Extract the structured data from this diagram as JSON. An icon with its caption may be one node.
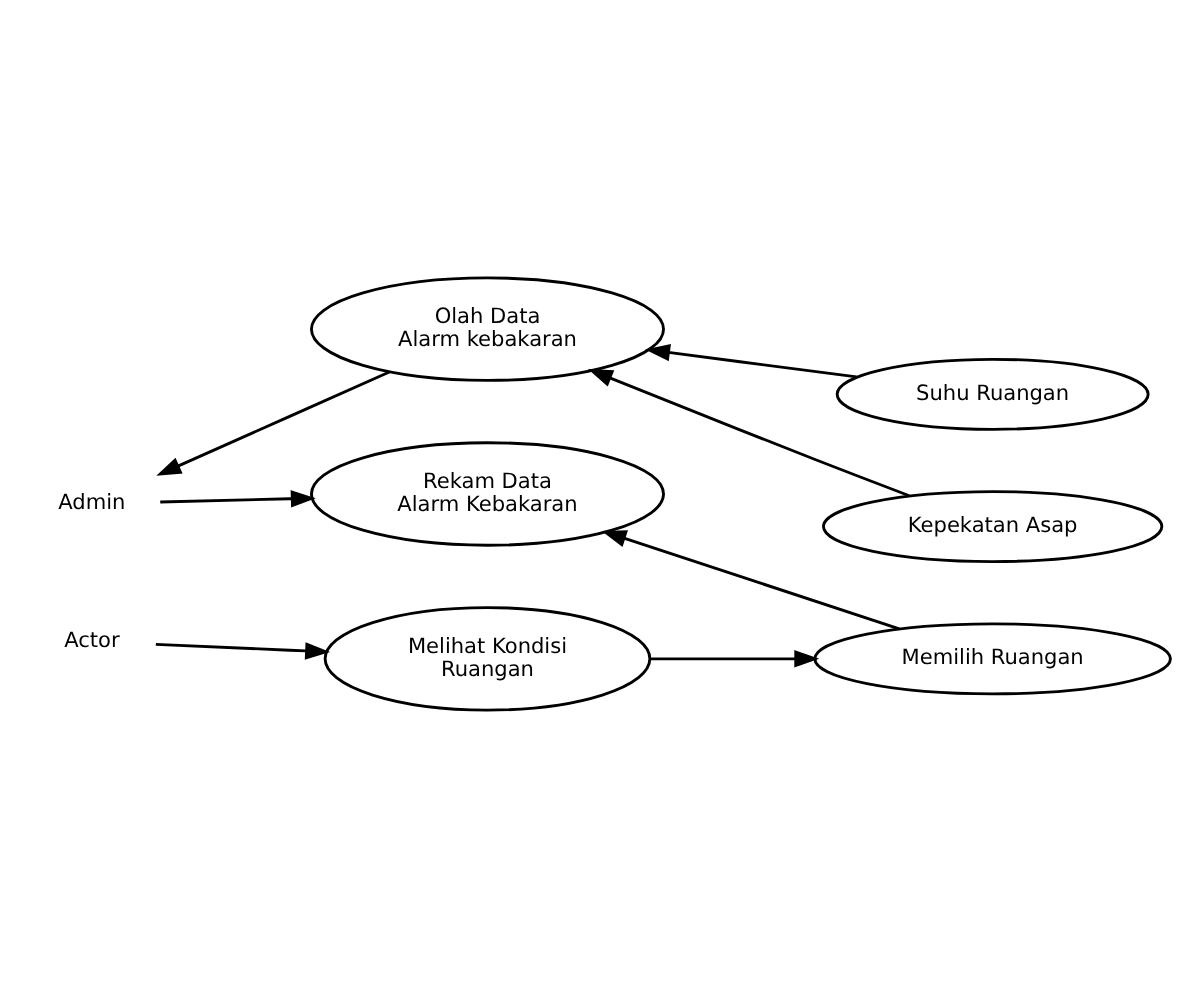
{
  "diagram": {
    "nodes": [
      {
        "text": [
          "Admin"
        ]
      },
      {
        "text": [
          "Olah Data Alarm kebakaran"
        ]
      },
      {
        "text": [
          "Suhu Ruangan"
        ]
      },
      {
        "text": [
          "Kepekatan Asap"
        ]
      },
      {
        "text": [
          "Rekam Data Alarm Kebakaran"
        ]
      },
      {
        "text": [
          "Memilih Ruangan"
        ]
      },
      {
        "text": [
          "Actor"
        ]
      },
      {
        "text": [
          "Melihat Kondisi Ruangan"
        ]
      }
    ],
    "edges": [
      {
        "from": 1,
        "to": 0,
        "arrow": "to"
      },
      {
        "from": 2,
        "to": 1,
        "arrow": "to"
      },
      {
        "from": 3,
        "to": 1,
        "arrow": "to"
      },
      {
        "from": 0,
        "to": 4,
        "arrow": "to"
      },
      {
        "from": 5,
        "to": 4,
        "arrow": "to"
      },
      {
        "from": 6,
        "to": 7,
        "arrow": "to"
      },
      {
        "from": 7,
        "to": 5,
        "arrow": "to"
      }
    ]
  }
}
